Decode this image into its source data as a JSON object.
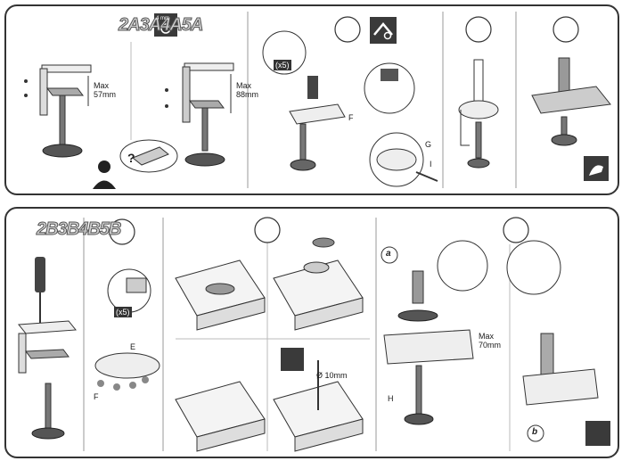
{
  "section1": {
    "code": "2A3A4A5A",
    "max1": "Max",
    "max1_val": "57mm",
    "max2": "Max",
    "max2_val": "88mm",
    "tool_size": "4 mm",
    "count": "(x5)",
    "label_f": "F",
    "label_g": "G",
    "label_i": "I"
  },
  "section2": {
    "code": "2B3B4B5B",
    "count": "(x5)",
    "label_e": "E",
    "label_f": "F",
    "drill": "Ø 10mm",
    "step_a": "a",
    "step_b": "b",
    "max": "Max",
    "max_val": "70mm",
    "label_h": "H"
  }
}
